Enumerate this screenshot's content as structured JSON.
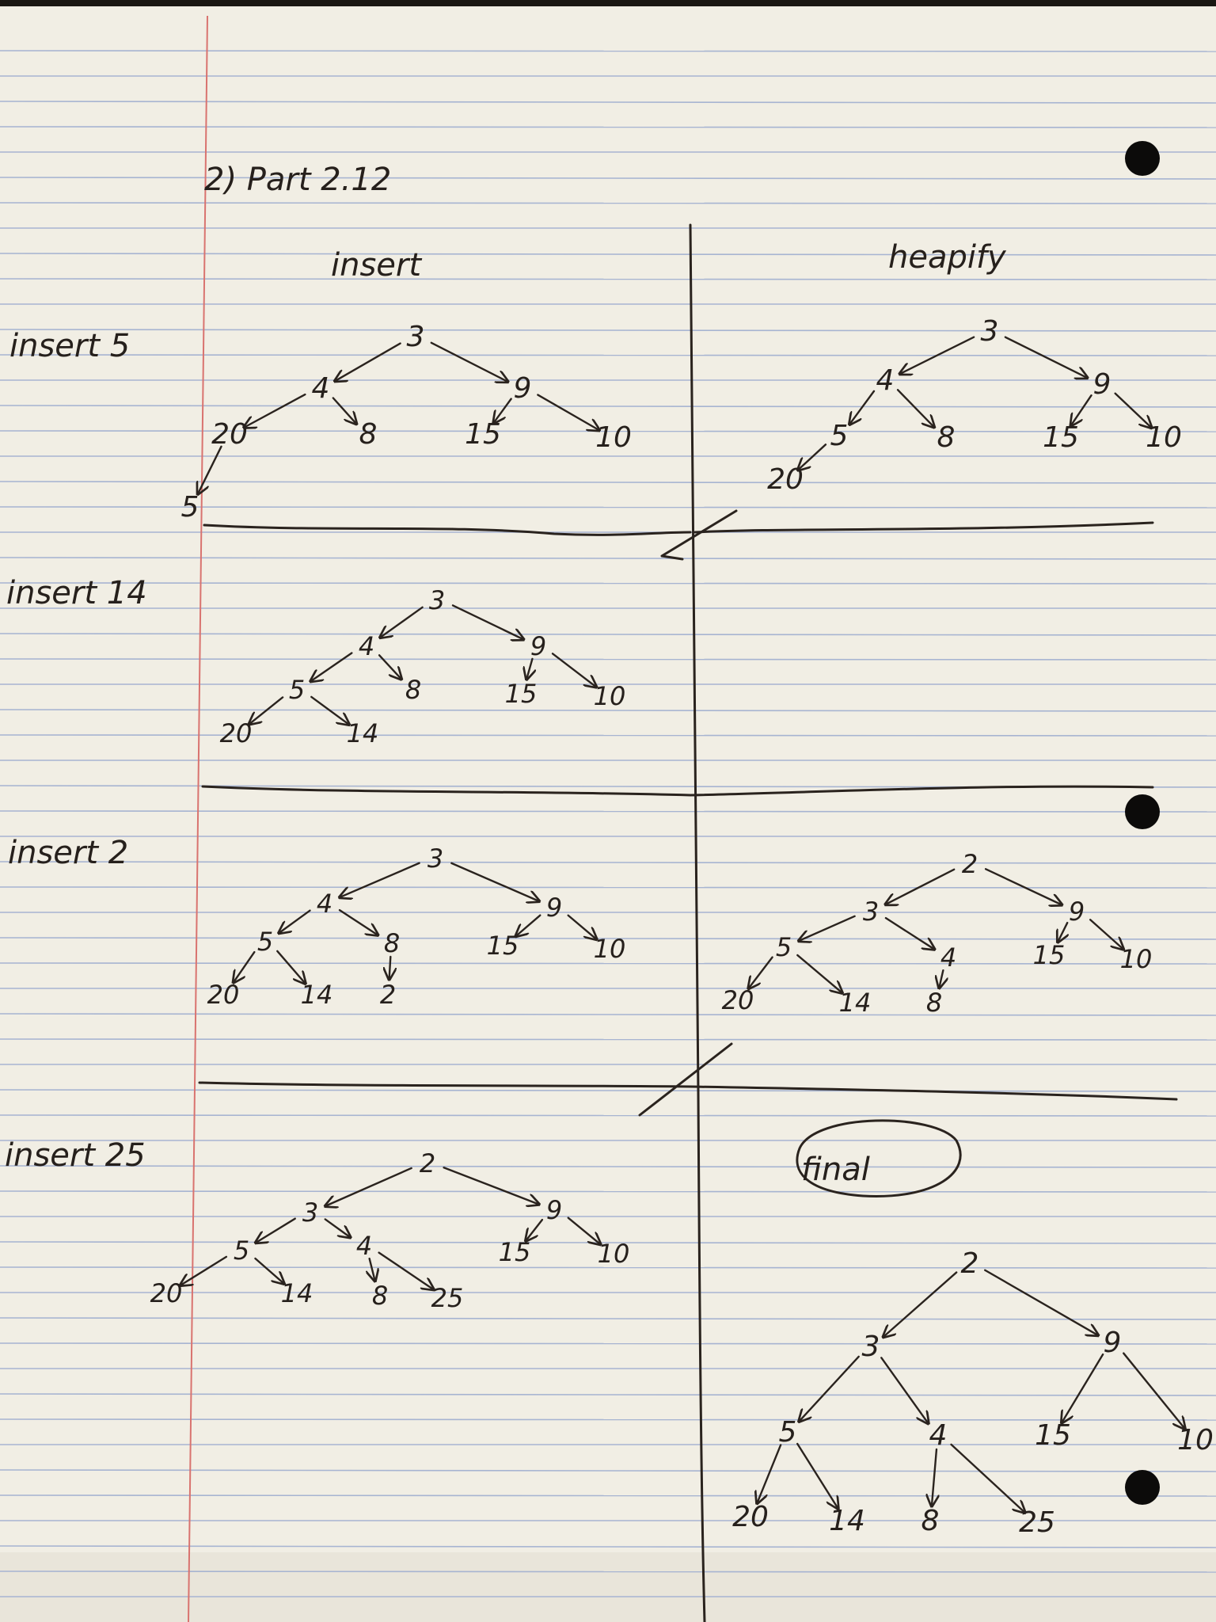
{
  "page": {
    "heading": "2) Part 2.12",
    "column_headers": {
      "left": "insert",
      "right": "heapify"
    },
    "row_labels": [
      "insert 5",
      "insert 14",
      "insert 2",
      "insert 25"
    ],
    "final_label": "final",
    "colors": {
      "paper": "#f1eee4",
      "rule_line": "#a7b4d1",
      "margin_line": "#d9736f",
      "ink": "#2a231e"
    }
  },
  "trees": {
    "insert5": {
      "n1": "3",
      "n2": "4",
      "n3": "9",
      "n4": "20",
      "n5": "8",
      "n6": "15",
      "n7": "10",
      "n8": "5"
    },
    "heap5": {
      "n1": "3",
      "n2": "4",
      "n3": "9",
      "n4": "5",
      "n5": "8",
      "n6": "15",
      "n7": "10",
      "n8": "20"
    },
    "insert14": {
      "n1": "3",
      "n2": "4",
      "n3": "9",
      "n4": "5",
      "n5": "8",
      "n6": "15",
      "n7": "10",
      "n8": "20",
      "n9": "14"
    },
    "insert2": {
      "n1": "3",
      "n2": "4",
      "n3": "9",
      "n4": "5",
      "n5": "8",
      "n6": "15",
      "n7": "10",
      "n8": "20",
      "n9": "14",
      "n10": "2"
    },
    "heap2": {
      "n1": "2",
      "n2": "3",
      "n3": "9",
      "n4": "5",
      "n5": "4",
      "n6": "15",
      "n7": "10",
      "n8": "20",
      "n9": "14",
      "n10": "8"
    },
    "insert25": {
      "n1": "2",
      "n2": "3",
      "n3": "9",
      "n4": "5",
      "n5": "4",
      "n6": "15",
      "n7": "10",
      "n8": "20",
      "n9": "14",
      "n10": "8",
      "n11": "25"
    },
    "final": {
      "n1": "2",
      "n2": "3",
      "n3": "9",
      "n4": "5",
      "n5": "4",
      "n6": "15",
      "n7": "10",
      "n8": "20",
      "n9": "14",
      "n10": "8",
      "n11": "25"
    }
  }
}
